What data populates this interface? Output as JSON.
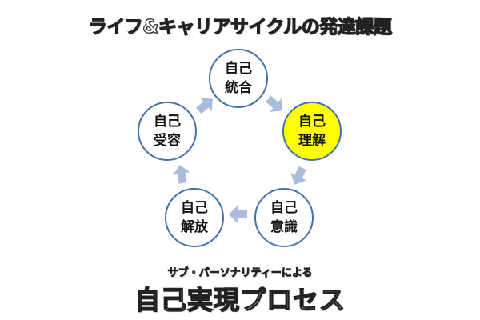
{
  "title": "ライフ&キャリアサイクルの発達課題",
  "subtitle": "サブ・パーソナリティーによる",
  "main_title": "自己実現プロセス",
  "colors": {
    "circle_border": "#4472a8",
    "highlight": "#ffff00",
    "arrow": "#a9bcd9"
  },
  "nodes": [
    {
      "line1": "自己",
      "line2": "統合"
    },
    {
      "line1": "自己",
      "line2": "理解"
    },
    {
      "line1": "自己",
      "line2": "意識"
    },
    {
      "line1": "自己",
      "line2": "解放"
    },
    {
      "line1": "自己",
      "line2": "受容"
    }
  ]
}
